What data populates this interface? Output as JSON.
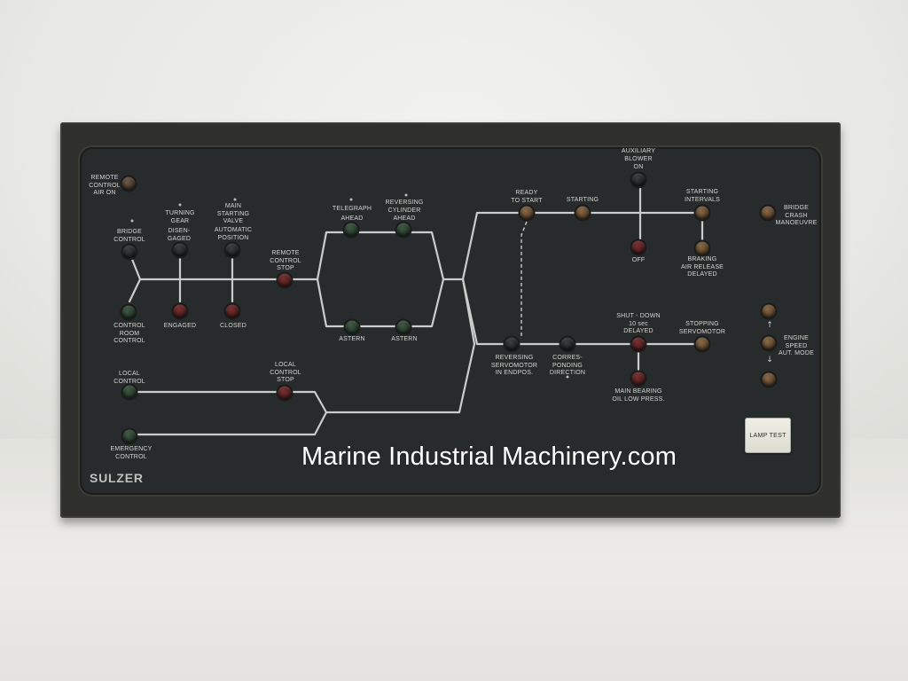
{
  "watermark": "Marine Industrial Machinery.com",
  "brand": "SULZER",
  "lamp_test_label": "LAMP TEST",
  "labels": {
    "remote_air": "REMOTE\nCONTROL\nAIR ON",
    "bridge_control": "BRIDGE\nCONTROL",
    "turning_gear": "TURNING\nGEAR",
    "disengaged": "DISEN-\nGAGED",
    "main_valve": "MAIN\nSTARTING\nVALVE",
    "automatic_position": "AUTOMATIC\nPOSITION",
    "remote_control_stop": "REMOTE\nCONTROL\nSTOP",
    "control_room_control": "CONTROL\nROOM\nCONTROL",
    "engaged": "ENGAGED",
    "closed": "CLOSED",
    "telegraph": "TELEGRAPH",
    "ahead_1": "AHEAD",
    "reversing_cylinder": "REVERSING\nCYLINDER",
    "ahead_2": "AHEAD",
    "astern_1": "ASTERN",
    "astern_2": "ASTERN",
    "local_control": "LOCAL\nCONTROL",
    "local_control_stop": "LOCAL\nCONTROL\nSTOP",
    "emergency_control": "EMERGENCY\nCONTROL",
    "auxiliary_blower": "AUXILIARY\nBLOWER",
    "on": "ON",
    "off": "OFF",
    "ready_to_start": "READY\nTO START",
    "starting": "STARTING",
    "starting_intervals": "STARTING\nINTERVALS",
    "braking": "BRAKING\nAIR RELEASE\nDELAYED",
    "bridge_crash": "BRIDGE\nCRASH\nMANOEUVRE",
    "reversing_servo": "REVERSING\nSERVOMOTOR\nIN ENDPOS.",
    "corresponding": "CORRES-\nPONDING\nDIRECTION",
    "shutdown": "SHUT - DOWN\n10 sec\nDELAYED",
    "stopping_servo": "STOPPING\nSERVOMOTOR",
    "main_bearing": "MAIN BEARING\nOIL LOW PRESS.",
    "engine_speed": "ENGINE\nSPEED\nAUT. MODE"
  },
  "icons": {
    "arrow_up": "↑",
    "arrow_down": "↓"
  }
}
